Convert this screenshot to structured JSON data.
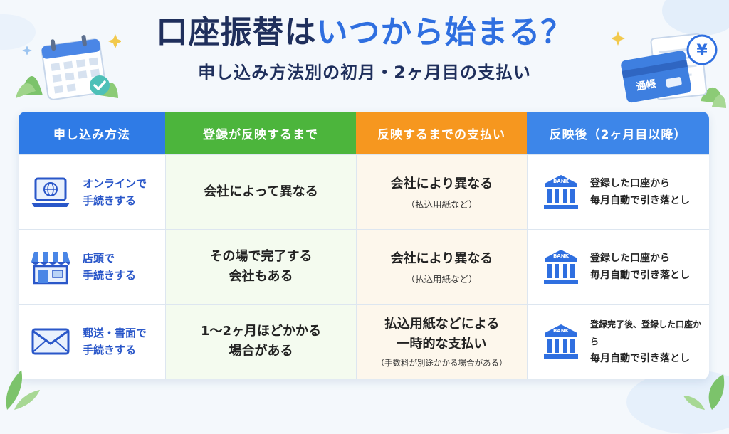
{
  "title_part1": "口座振替は",
  "title_part2": "いつから始まる？",
  "subtitle": "申し込み方法別の初月・2ヶ月目の支払い",
  "passbook_label": "通帳",
  "yen_symbol": "¥",
  "bank_label": "BANK",
  "table": {
    "headers": [
      {
        "label": "申し込み方法",
        "color": "#2f7be6"
      },
      {
        "label": "登録が反映するまで",
        "color": "#4cb53c"
      },
      {
        "label": "反映するまでの支払い",
        "color": "#f6971f"
      },
      {
        "label": "反映後（2ヶ月目以降）",
        "color": "#3d86e9"
      }
    ],
    "rows": [
      {
        "icon": "laptop-globe-icon",
        "method": [
          "オンラインで",
          "手続きする"
        ],
        "registration": [
          "会社によって異なる"
        ],
        "before_payment": [
          "会社により異なる"
        ],
        "before_note": "（払込用紙など）",
        "after": [
          "登録した口座から",
          "毎月自動で引き落とし"
        ]
      },
      {
        "icon": "storefront-icon",
        "method": [
          "店頭で",
          "手続きする"
        ],
        "registration": [
          "その場で完了する",
          "会社もある"
        ],
        "before_payment": [
          "会社により異なる"
        ],
        "before_note": "（払込用紙など）",
        "after": [
          "登録した口座から",
          "毎月自動で引き落とし"
        ]
      },
      {
        "icon": "envelope-icon",
        "method": [
          "郵送・書面で",
          "手続きする"
        ],
        "registration": [
          "1〜2ヶ月ほどかかる",
          "場合がある"
        ],
        "before_payment": [
          "払込用紙などによる",
          "一時的な支払い"
        ],
        "before_note": "（手数料が別途かかる場合がある）",
        "after": [
          "登録完了後、登録した口座から",
          "毎月自動で引き落とし"
        ]
      }
    ]
  }
}
